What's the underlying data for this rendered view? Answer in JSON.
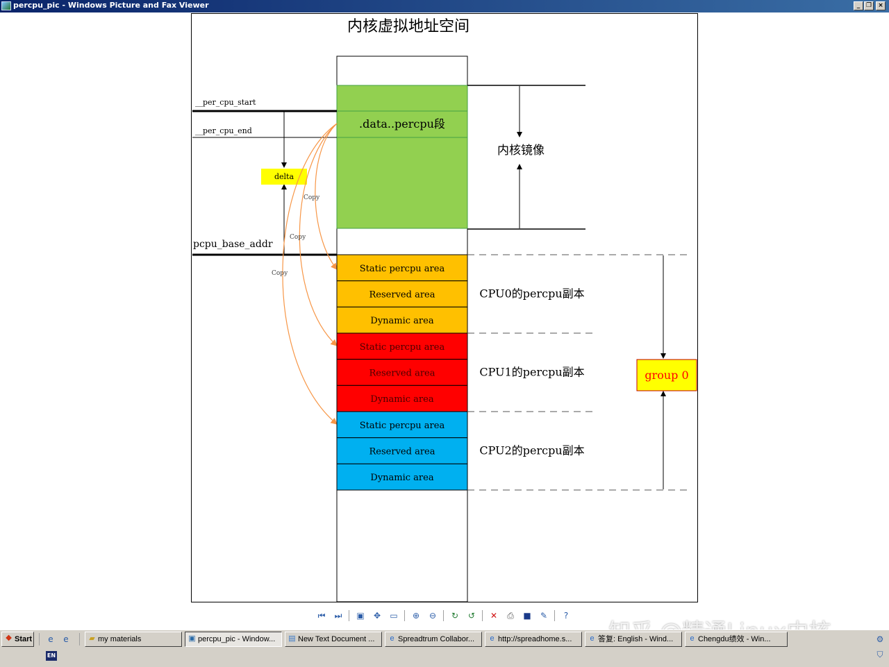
{
  "window": {
    "title": "percpu_pic - Windows Picture and Fax Viewer"
  },
  "diagram": {
    "title": "内核虚拟地址空间",
    "labels": {
      "per_cpu_start": "__per_cpu_start",
      "per_cpu_end": "__per_cpu_end",
      "pcpu_base_addr": "pcpu_base_addr",
      "delta": "delta",
      "data_percpu": ".data..percpu段",
      "kernel_image": "内核镜像",
      "copy": "Copy",
      "group": "group 0"
    },
    "cpus": [
      {
        "label": "CPU0的percpu副本",
        "color": "#ffc000",
        "areas": [
          "Static percpu area",
          "Reserved area",
          "Dynamic area"
        ]
      },
      {
        "label": "CPU1的percpu副本",
        "color": "#ff0000",
        "areas": [
          "Static percpu area",
          "Reserved area",
          "Dynamic area"
        ]
      },
      {
        "label": "CPU2的percpu副本",
        "color": "#00b0f0",
        "areas": [
          "Static percpu area",
          "Reserved area",
          "Dynamic area"
        ]
      }
    ],
    "colors": {
      "data_section": "#92d050",
      "delta_bg": "#ffff00",
      "group_bg": "#ffff00",
      "group_text": "#ff0000",
      "copy_arrow": "#f79646"
    }
  },
  "toolbar": {
    "buttons": [
      "previous-image",
      "next-image",
      "best-fit",
      "actual-size",
      "slideshow",
      "zoom-in",
      "zoom-out",
      "rotate-clockwise",
      "rotate-counterclockwise",
      "delete",
      "print",
      "copy-to",
      "open-for-editing",
      "help"
    ]
  },
  "taskbar": {
    "start": "Start",
    "items": [
      "my materials",
      "percpu_pic - Window...",
      "New Text Document ...",
      "Spreadtrum Collabor...",
      "http://spreadhome.s...",
      "答复: English - Wind...",
      "Chengdu绩效 - Win..."
    ],
    "language": "EN"
  },
  "watermark": "知乎 @精通Linux内核"
}
